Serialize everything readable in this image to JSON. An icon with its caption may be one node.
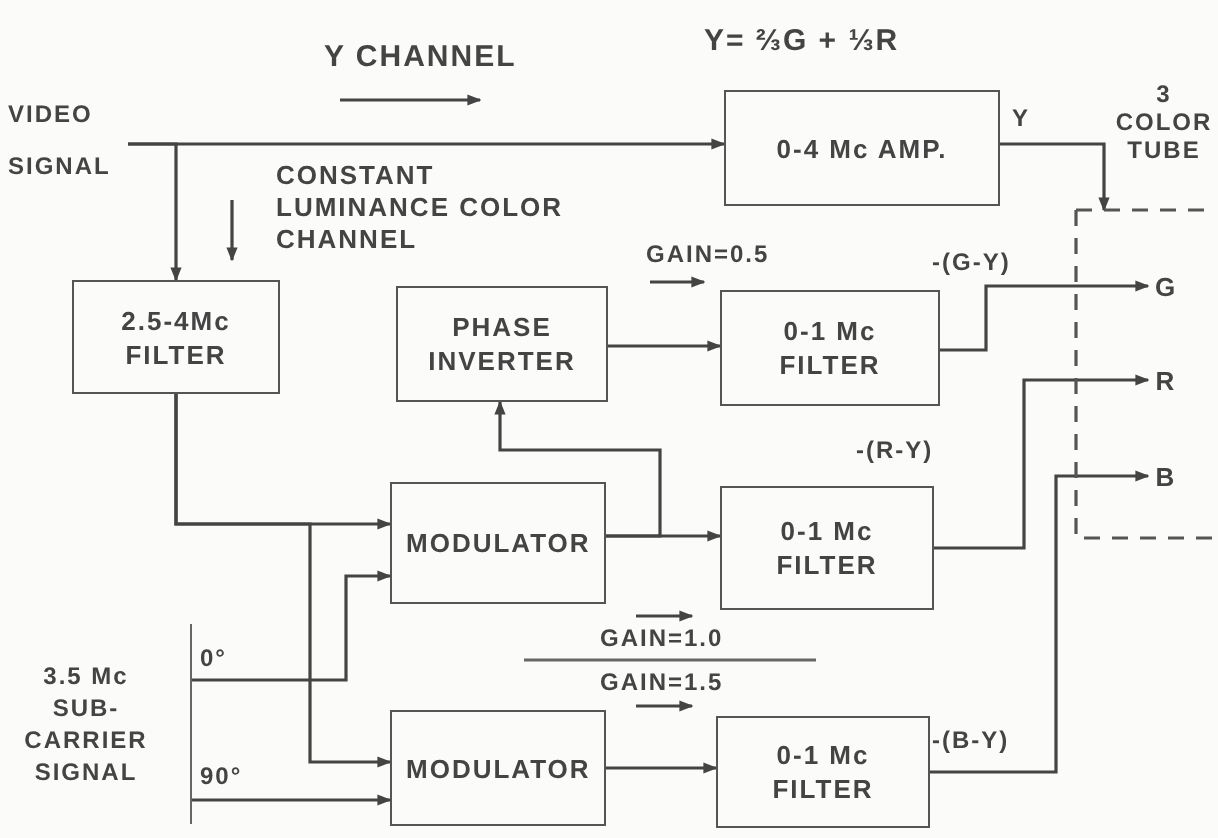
{
  "diagram": {
    "nodes": [
      {
        "text": [
          "VIDEO SIGNAL"
        ]
      },
      {
        "text": [
          "0-4 Mc AMP."
        ]
      },
      {
        "text": [
          "2.5-4Mc FILTER"
        ]
      },
      {
        "text": [
          "PHASE INVERTER"
        ]
      },
      {
        "text": [
          "0-1 Mc FILTER"
        ]
      },
      {
        "text": [
          "MODULATOR"
        ]
      },
      {
        "text": [
          "0-1 Mc FILTER"
        ]
      },
      {
        "text": [
          "MODULATOR"
        ]
      },
      {
        "text": [
          "0-1 Mc FILTER"
        ]
      },
      {
        "text": [
          "3.5 Mc SUB-CARRIER SIGNAL"
        ]
      },
      {
        "text": [
          "3 COLOR TUBE"
        ]
      },
      {
        "text": [
          "G"
        ],
        "in": 10
      },
      {
        "text": [
          "R"
        ],
        "in": 10
      },
      {
        "text": [
          "B"
        ],
        "in": 10
      }
    ],
    "edges": [
      {
        "from": 0,
        "to": 1,
        "arrow": "to"
      },
      {
        "from": 0,
        "to": 2,
        "arrow": "to"
      },
      {
        "from": 1,
        "to": 10,
        "arrow": "to",
        "label": "Y"
      },
      {
        "from": 2,
        "to": 5,
        "arrow": "to"
      },
      {
        "from": 2,
        "to": 7,
        "arrow": "to"
      },
      {
        "from": 5,
        "to": 3,
        "arrow": "to"
      },
      {
        "from": 5,
        "to": 6,
        "arrow": "to"
      },
      {
        "from": 3,
        "to": 4,
        "arrow": "to"
      },
      {
        "from": 9,
        "to": 5,
        "arrow": "to",
        "label": "0°"
      },
      {
        "from": 9,
        "to": 7,
        "arrow": "to",
        "label": "90°"
      },
      {
        "from": 7,
        "to": 8,
        "arrow": "to"
      },
      {
        "from": 4,
        "to": 11,
        "arrow": "to",
        "label": "-(G-Y)"
      },
      {
        "from": 6,
        "to": 12,
        "arrow": "to",
        "label": "-(R-Y)"
      },
      {
        "from": 8,
        "to": 13,
        "arrow": "to",
        "label": "-(B-Y)"
      }
    ],
    "labels": [
      "Y CHANNEL",
      "Y= ⅔G + ⅓R",
      "CONSTANT LUMINANCE COLOR CHANNEL",
      "GAIN=0.5",
      "GAIN=1.0",
      "GAIN=1.5"
    ]
  }
}
